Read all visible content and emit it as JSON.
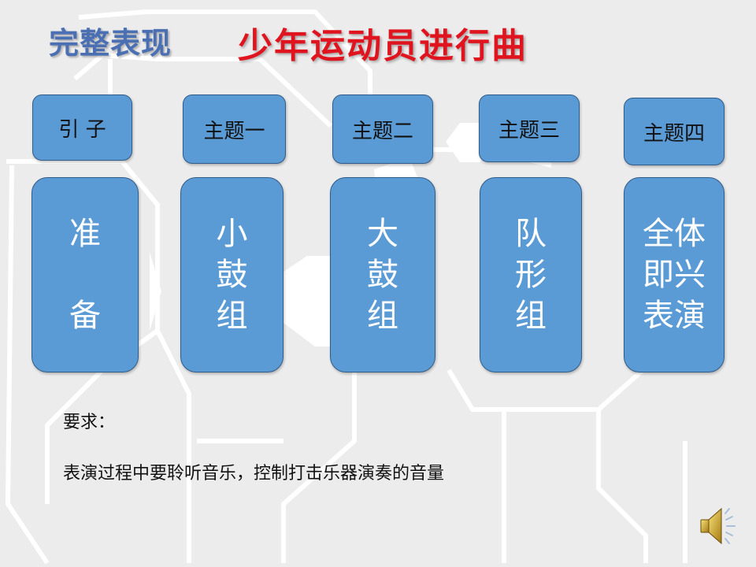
{
  "slide": {
    "subtitle": "完整表现",
    "title": "少年运动员进行曲",
    "colors": {
      "subtitle": "#4a6fb3",
      "title": "#e0141e",
      "box_fill": "#5b9bd5",
      "box_border": "#2f5c8a",
      "background": "#ececec"
    },
    "columns": [
      {
        "header": "引 子",
        "body": "准\n\n备"
      },
      {
        "header": "主题一",
        "body": "小\n鼓\n组"
      },
      {
        "header": "主题二",
        "body": "大\n鼓\n组"
      },
      {
        "header": "主题三",
        "body": "队\n形\n组"
      },
      {
        "header": "主题四",
        "body": "全体\n即兴\n表演"
      }
    ],
    "requirements": {
      "label": "要求：",
      "text": "表演过程中要聆听音乐，控制打击乐器演奏的音量"
    },
    "icons": {
      "audio": "speaker-icon"
    }
  }
}
